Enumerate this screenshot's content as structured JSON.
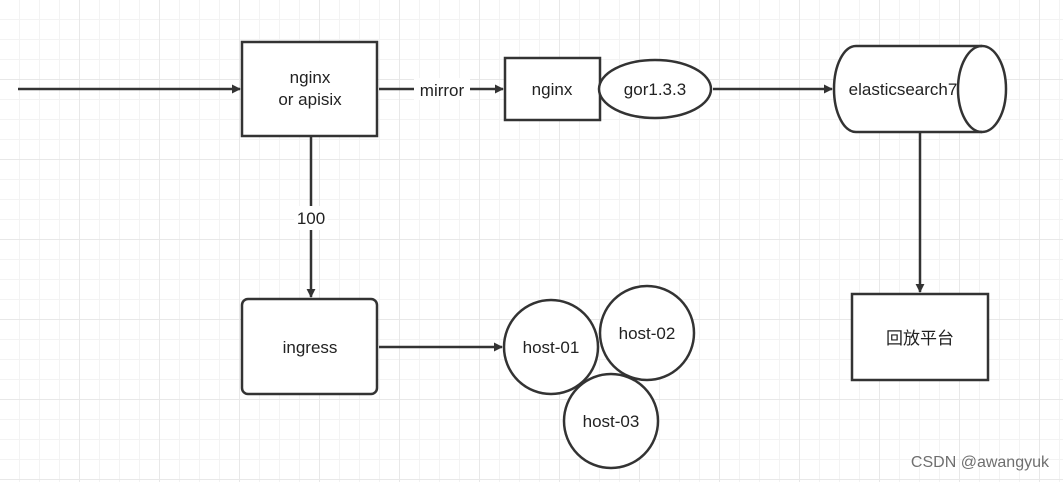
{
  "nodes": {
    "proxy": {
      "line1": "nginx",
      "line2": "or apisix"
    },
    "nginx_mirror": {
      "label": "nginx"
    },
    "gor": {
      "label": "gor1.3.3"
    },
    "elasticsearch": {
      "label": "elasticsearch7"
    },
    "replay_platform": {
      "label": "回放平台"
    },
    "ingress": {
      "label": "ingress"
    },
    "host_01": {
      "label": "host-01"
    },
    "host_02": {
      "label": "host-02"
    },
    "host_03": {
      "label": "host-03"
    }
  },
  "edges": {
    "mirror": {
      "label": "mirror"
    },
    "weight": {
      "label": "100"
    }
  },
  "watermark": "CSDN @awangyuk",
  "colors": {
    "stroke": "#333333",
    "background": "#ffffff",
    "grid": "#e8e8e8"
  }
}
